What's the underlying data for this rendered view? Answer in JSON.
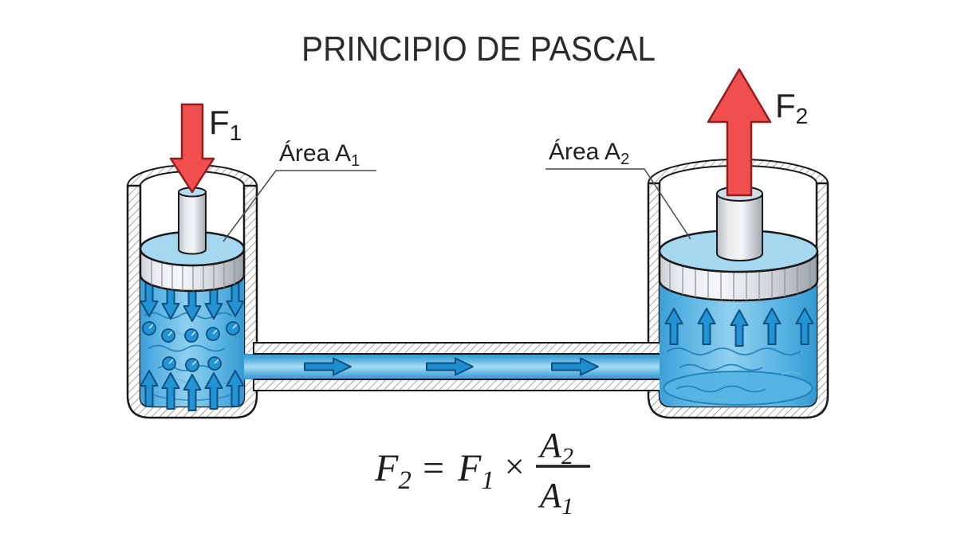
{
  "title": "PRINCIPIO DE PASCAL",
  "force1": {
    "base": "F",
    "sub": "1"
  },
  "force2": {
    "base": "F",
    "sub": "2"
  },
  "area1": {
    "base": "Área A",
    "sub": "1"
  },
  "area2": {
    "base": "Área A",
    "sub": "2"
  },
  "formula": {
    "result": "F",
    "result_sub": "2",
    "equals": "=",
    "force": "F",
    "force_sub": "1",
    "times": "×",
    "area_num": "A",
    "area_num_sub": "2",
    "area_den": "A",
    "area_den_sub": "1"
  },
  "colors": {
    "background": "#ffffff",
    "outline": "#1a1a1a",
    "force_arrow_red": "#f14e4e",
    "force_arrow_red_edge": "#8f1f1f",
    "fluid_blue_light": "#a8dcf4",
    "fluid_blue": "#45a8dc",
    "fluid_arrow_blue": "#2293d4",
    "piston_top_blue": "#a5d7f0",
    "metal_gray_light": "#f4f5f6",
    "metal_gray": "#a2a8af",
    "text_dark": "#1f1f1f"
  }
}
